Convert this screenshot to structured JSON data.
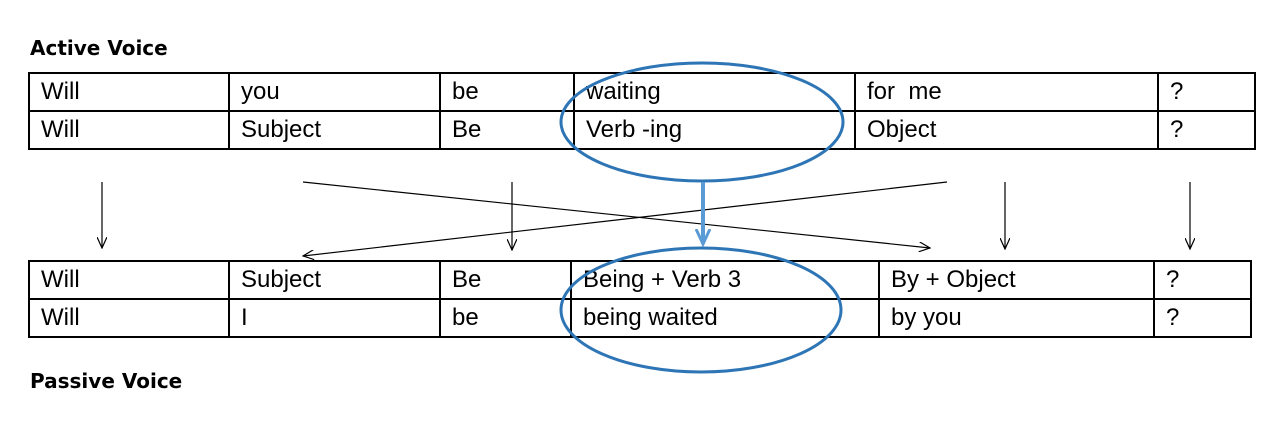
{
  "active": {
    "heading": "Active Voice",
    "rows": [
      [
        "Will",
        "you",
        "be",
        "waiting",
        "for  me",
        "?"
      ],
      [
        "Will",
        "Subject",
        "Be",
        "Verb -ing",
        "Object",
        "?"
      ]
    ]
  },
  "passive": {
    "heading": "Passive Voice",
    "rows": [
      [
        "Will",
        "Subject",
        "Be",
        "Being + Verb 3",
        "By + Object",
        "?"
      ],
      [
        "Will",
        "I",
        "be",
        "being waited",
        "by you",
        "?"
      ]
    ]
  },
  "colors": {
    "line": "#000000",
    "highlight": "#2e75b6",
    "highlight_arrow": "#5b9bd5"
  }
}
